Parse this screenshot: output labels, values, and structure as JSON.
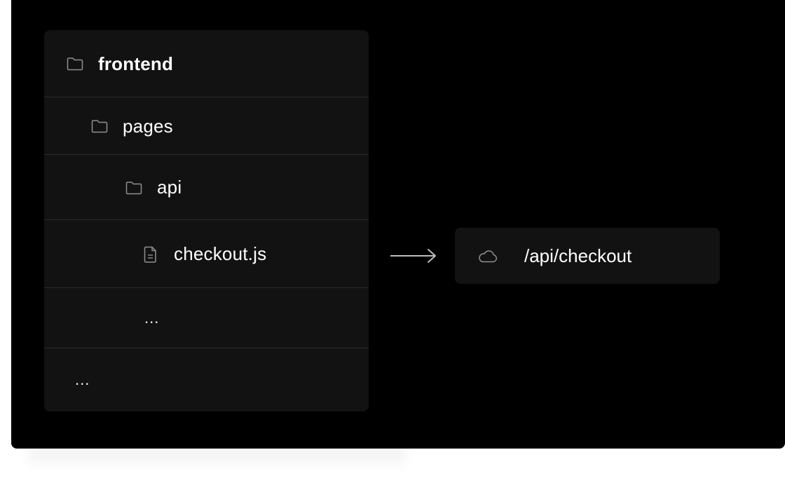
{
  "tree": {
    "items": [
      {
        "label": "frontend",
        "icon": "folder-icon"
      },
      {
        "label": "pages",
        "icon": "folder-icon"
      },
      {
        "label": "api",
        "icon": "folder-icon"
      },
      {
        "label": "checkout.js",
        "icon": "file-icon"
      },
      {
        "label": "..."
      },
      {
        "label": "..."
      }
    ]
  },
  "route": {
    "label": "/api/checkout",
    "icon": "cloud-icon"
  },
  "colors": {
    "background": "#000000",
    "panel": "#121212",
    "divider": "#2a2a2a",
    "text": "#ffffff",
    "icon": "#8f8f8f"
  }
}
